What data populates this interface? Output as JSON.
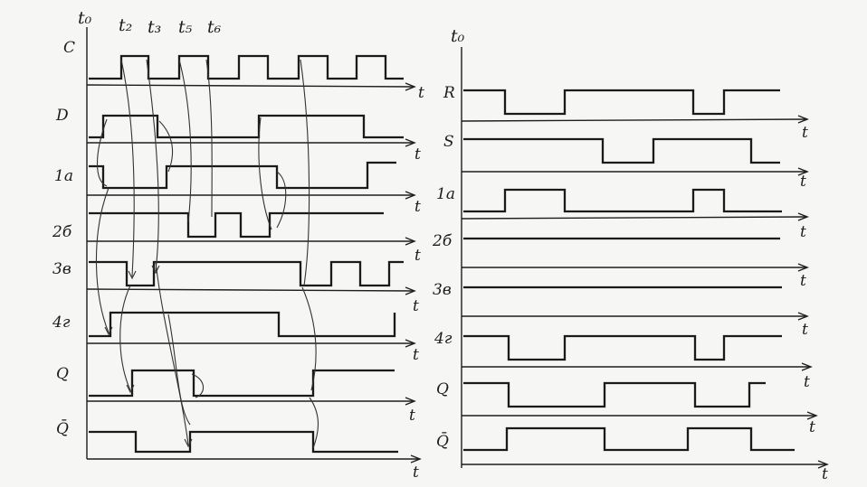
{
  "left_panel": {
    "time_markers": [
      {
        "label": "t₀"
      },
      {
        "label": "t₂"
      },
      {
        "label": "t₃"
      },
      {
        "label": "t₅"
      },
      {
        "label": "t₆"
      }
    ],
    "signals": [
      {
        "name": "C",
        "axis_label": "t"
      },
      {
        "name": "D",
        "axis_label": "t"
      },
      {
        "name": "1а",
        "axis_label": "t"
      },
      {
        "name": "2б",
        "axis_label": "t"
      },
      {
        "name": "3в",
        "axis_label": "t"
      },
      {
        "name": "4г",
        "axis_label": "t"
      },
      {
        "name": "Q",
        "axis_label": "t"
      },
      {
        "name": "Q̄",
        "axis_label": "t"
      }
    ]
  },
  "right_panel": {
    "time_marker": "t₀",
    "signals": [
      {
        "name": "R",
        "axis_label": "t"
      },
      {
        "name": "S",
        "axis_label": "t"
      },
      {
        "name": "1а",
        "axis_label": "t"
      },
      {
        "name": "2б",
        "axis_label": "t"
      },
      {
        "name": "3в",
        "axis_label": "t"
      },
      {
        "name": "4г",
        "axis_label": "t"
      },
      {
        "name": "Q",
        "axis_label": "t"
      },
      {
        "name": "Q̄",
        "axis_label": "t"
      }
    ]
  }
}
